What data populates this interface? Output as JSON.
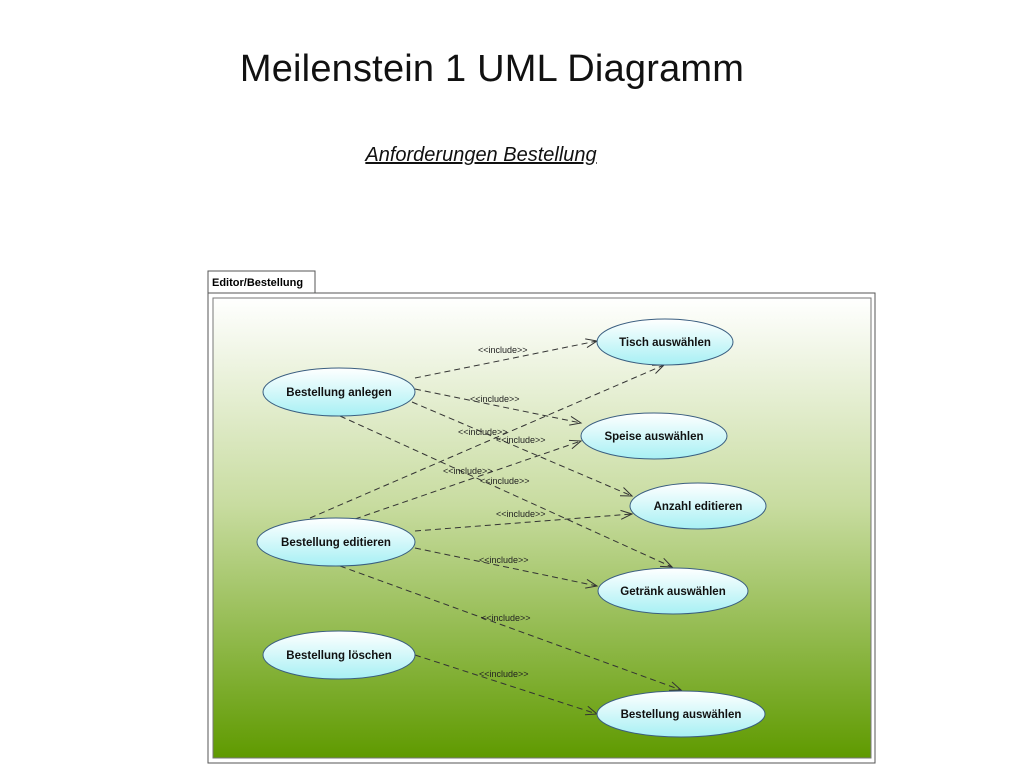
{
  "slide": {
    "title": "Meilenstein 1 UML Diagramm",
    "subtitle": "Anforderungen Bestellung"
  },
  "diagram": {
    "frame_label": "Editor/Bestellung",
    "colors": {
      "background_top": "#ffffff",
      "background_bottom": "#5f9a00",
      "usecase_fill_top": "#ffffff",
      "usecase_fill_bottom": "#a7f0f4",
      "usecase_stroke": "#3a5e80"
    },
    "use_cases": [
      {
        "id": "bestellung-anlegen",
        "label": "Bestellung anlegen"
      },
      {
        "id": "bestellung-editieren",
        "label": "Bestellung editieren"
      },
      {
        "id": "bestellung-loeschen",
        "label": "Bestellung löschen"
      },
      {
        "id": "tisch-auswaehlen",
        "label": "Tisch auswählen"
      },
      {
        "id": "speise-auswaehlen",
        "label": "Speise auswählen"
      },
      {
        "id": "anzahl-editieren",
        "label": "Anzahl editieren"
      },
      {
        "id": "getraenk-auswaehlen",
        "label": "Getränk auswählen"
      },
      {
        "id": "bestellung-auswaehlen",
        "label": "Bestellung auswählen"
      }
    ],
    "relations": [
      {
        "from": "bestellung-anlegen",
        "to": "tisch-auswaehlen",
        "label": "<<include>>"
      },
      {
        "from": "bestellung-anlegen",
        "to": "speise-auswaehlen",
        "label": "<<include>>"
      },
      {
        "from": "bestellung-anlegen",
        "to": "anzahl-editieren",
        "label": "<<include>>"
      },
      {
        "from": "bestellung-anlegen",
        "to": "getraenk-auswaehlen",
        "label": "<<include>>"
      },
      {
        "from": "bestellung-editieren",
        "to": "tisch-auswaehlen",
        "label": "<<include>>"
      },
      {
        "from": "bestellung-editieren",
        "to": "speise-auswaehlen",
        "label": "<<include>>"
      },
      {
        "from": "bestellung-editieren",
        "to": "anzahl-editieren",
        "label": "<<include>>"
      },
      {
        "from": "bestellung-editieren",
        "to": "getraenk-auswaehlen",
        "label": "<<include>>"
      },
      {
        "from": "bestellung-editieren",
        "to": "bestellung-auswaehlen",
        "label": "<<include>>"
      },
      {
        "from": "bestellung-loeschen",
        "to": "bestellung-auswaehlen",
        "label": "<<include>>"
      }
    ]
  }
}
